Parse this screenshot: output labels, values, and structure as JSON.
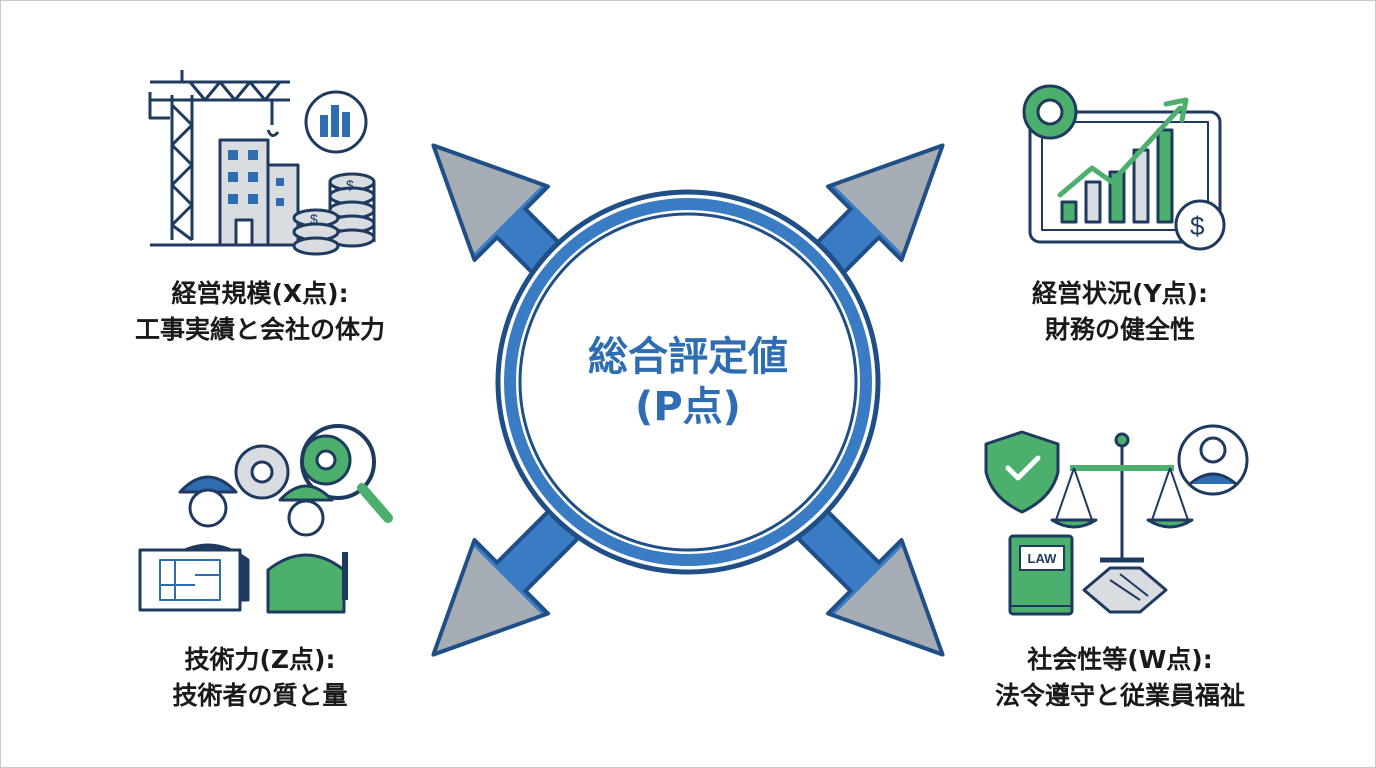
{
  "center": {
    "title": "総合評定値",
    "subtitle": "(P点)"
  },
  "factors": [
    {
      "id": "x",
      "title": "経営規模(X点):",
      "desc": "工事実績と会社の体力",
      "icon": "construction-crane-icon"
    },
    {
      "id": "y",
      "title": "経営状況(Y点):",
      "desc": "財務の健全性",
      "icon": "financial-chart-icon"
    },
    {
      "id": "z",
      "title": "技術力(Z点):",
      "desc": "技術者の質と量",
      "icon": "engineers-icon"
    },
    {
      "id": "w",
      "title": "社会性等(W点):",
      "desc": "法令遵守と従業員福祉",
      "icon": "justice-scale-icon"
    }
  ],
  "icons": {
    "law_book_text": "LAW"
  },
  "colors": {
    "blue": "#2e6db1",
    "navy": "#1f3a5f",
    "green": "#4caf6e",
    "gray": "#9aa0a6",
    "light_gray": "#d9dde2"
  }
}
